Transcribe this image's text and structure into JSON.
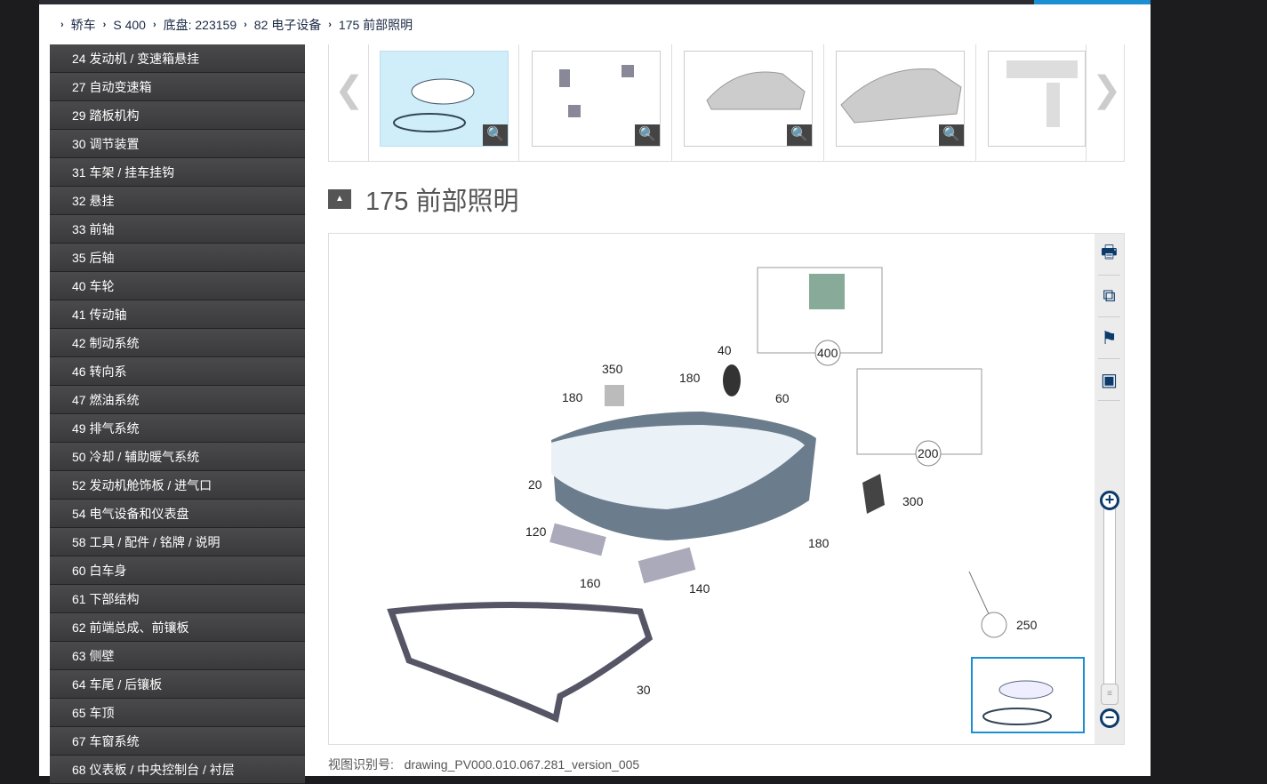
{
  "breadcrumb": [
    "轿车",
    "S 400",
    "底盘: 223159",
    "82 电子设备",
    "175 前部照明"
  ],
  "sidebar": [
    "24 发动机 / 变速箱悬挂",
    "27 自动变速箱",
    "29 踏板机构",
    "30 调节装置",
    "31 车架 / 挂车挂钩",
    "32 悬挂",
    "33 前轴",
    "35 后轴",
    "40 车轮",
    "41 传动轴",
    "42 制动系统",
    "46 转向系",
    "47 燃油系统",
    "49 排气系统",
    "50 冷却 / 辅助暖气系统",
    "52 发动机舱饰板 / 进气口",
    "54 电气设备和仪表盘",
    "58 工具 / 配件 / 铭牌 / 说明",
    "60 白车身",
    "61 下部结构",
    "62 前端总成、前镶板",
    "63 侧壁",
    "64 车尾 / 后镶板",
    "65 车顶",
    "67 车窗系统",
    "68 仪表板 / 中央控制台 / 衬层"
  ],
  "title": "175 前部照明",
  "callouts": [
    "400",
    "40",
    "350",
    "180",
    "180",
    "60",
    "200",
    "20",
    "300",
    "120",
    "180",
    "160",
    "140",
    "250",
    "30"
  ],
  "footer": {
    "label": "视图识别号:",
    "value": "drawing_PV000.010.067.281_version_005"
  },
  "icons": [
    "print-icon",
    "open-external-icon",
    "flag-clear-icon",
    "minimap-close-icon",
    "zoom-in-icon",
    "zoom-out-icon"
  ]
}
